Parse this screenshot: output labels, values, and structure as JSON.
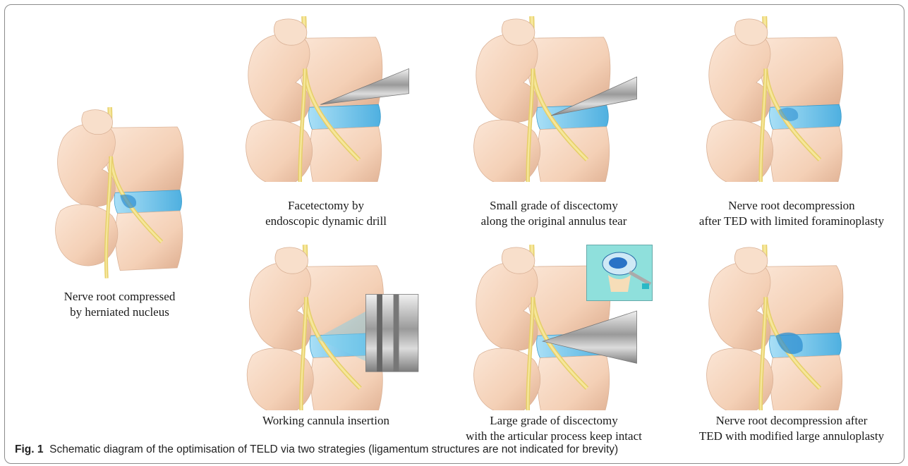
{
  "figure": {
    "caption_prefix": "Fig. 1",
    "caption_text": "Schematic diagram of the optimisation of TELD via two strategies (ligamentum structures are not indicated for brevity)"
  },
  "panels": {
    "initial": {
      "line1": "Nerve root compressed",
      "line2": "by herniated nucleus"
    },
    "top": [
      {
        "line1": "Facetectomy by",
        "line2": "endoscopic dynamic drill"
      },
      {
        "line1": "Small grade of discectomy",
        "line2": "along the original annulus tear"
      },
      {
        "line1": "Nerve root decompression",
        "line2": "after TED with limited foraminoplasty"
      }
    ],
    "bottom": [
      {
        "line1": "Working cannula insertion",
        "line2": ""
      },
      {
        "line1": "Large grade of discectomy",
        "line2": "with the articular process keep intact"
      },
      {
        "line1": "Nerve root decompression after",
        "line2": "TED with modified large annuloplasty"
      }
    ]
  },
  "colors": {
    "bone": "#f6d7c0",
    "bone_shadow": "#e4b79a",
    "disc": "#6cc4ee",
    "nerve": "#f3e08a",
    "instrument": "#b8b8b8",
    "inset": "#8fe0dc"
  }
}
